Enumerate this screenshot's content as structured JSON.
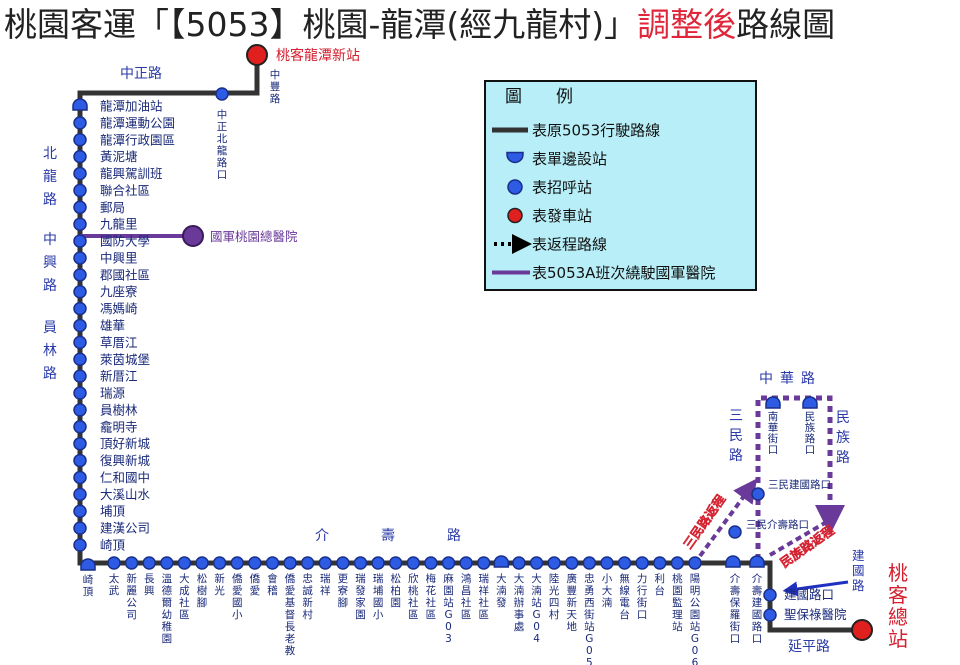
{
  "title": {
    "prefix": "桃園客運「【5053】桃園-龍潭(經九龍村)」",
    "highlight": "調整後",
    "suffix": "路線圖"
  },
  "colors": {
    "route": "#333333",
    "stop_fill": "#2d5be3",
    "stop_stroke": "#1a2f8a",
    "terminal": "#e01f1f",
    "detour": "#6a3a9a",
    "return": "#6a3a9a",
    "legend_bg": "#b7eef7",
    "text": "#1a2a7a",
    "red_text": "#d4202f"
  },
  "terminals": {
    "start": "桃客龍潭新站",
    "end": "桃客總站"
  },
  "roads": {
    "zhongzheng": "中正路",
    "west": [
      "北",
      "龍",
      "路",
      "中",
      "興",
      "路",
      "員",
      "林",
      "路"
    ],
    "jieshou": [
      "介",
      "壽",
      "路"
    ],
    "zhonghua": [
      "中",
      "華",
      "路"
    ],
    "sanmin": [
      "三",
      "民",
      "路"
    ],
    "minzu": [
      "民",
      "族",
      "路"
    ],
    "jianguo": "建國路",
    "yanping": "延平路"
  },
  "top_stops": [
    {
      "name": "中豐路"
    },
    {
      "name": "中正北龍路口"
    }
  ],
  "west_stops": [
    {
      "name": "龍潭加油站",
      "kind": "shelter"
    },
    {
      "name": "龍潭運動公園"
    },
    {
      "name": "龍潭行政園區"
    },
    {
      "name": "黃泥塘"
    },
    {
      "name": "龍興駕訓班"
    },
    {
      "name": "聯合社區"
    },
    {
      "name": "郵局"
    },
    {
      "name": "九龍里"
    },
    {
      "name": "國防大學"
    },
    {
      "name": "中興里"
    },
    {
      "name": "郡國社區"
    },
    {
      "name": "九座寮"
    },
    {
      "name": "馮媽崎"
    },
    {
      "name": "雄華"
    },
    {
      "name": "草厝江"
    },
    {
      "name": "萊茵城堡"
    },
    {
      "name": "新厝江"
    },
    {
      "name": "瑞源"
    },
    {
      "name": "員樹林"
    },
    {
      "name": "龕明寺"
    },
    {
      "name": "頂好新城"
    },
    {
      "name": "復興新城"
    },
    {
      "name": "仁和國中"
    },
    {
      "name": "大溪山水"
    },
    {
      "name": "埔頂"
    },
    {
      "name": "建漢公司"
    },
    {
      "name": "崎頂"
    }
  ],
  "hospital": "國軍桃園總醫院",
  "corner_stop": "崎頂",
  "bottom_stops": [
    {
      "name": "太武"
    },
    {
      "name": "新麗公司"
    },
    {
      "name": "長興"
    },
    {
      "name": "溫德爾幼稚園"
    },
    {
      "name": "大成社區"
    },
    {
      "name": "松樹腳"
    },
    {
      "name": "新光"
    },
    {
      "name": "僑愛國小"
    },
    {
      "name": "僑愛"
    },
    {
      "name": "會稽"
    },
    {
      "name": "僑愛基督長老教"
    },
    {
      "name": "忠誠新村"
    },
    {
      "name": "瑞祥"
    },
    {
      "name": "更寮腳"
    },
    {
      "name": "瑞發家園"
    },
    {
      "name": "瑞埔國小"
    },
    {
      "name": "松柏園"
    },
    {
      "name": "欣桃社區"
    },
    {
      "name": "梅花社區"
    },
    {
      "name": "麻園站G03"
    },
    {
      "name": "鴻昌社區"
    },
    {
      "name": "瑞祥社區"
    },
    {
      "name": "大湳發",
      "kind": "shelter"
    },
    {
      "name": "大湳辦事處"
    },
    {
      "name": "大湳站G04"
    },
    {
      "name": "陸光四村"
    },
    {
      "name": "廣豐新天地"
    },
    {
      "name": "忠勇西街站G05"
    },
    {
      "name": "小大湳"
    },
    {
      "name": "無線電台"
    },
    {
      "name": "力行街口"
    },
    {
      "name": "利台"
    },
    {
      "name": "桃園監理站"
    },
    {
      "name": "陽明公園站G06"
    }
  ],
  "east_stops": [
    {
      "name": "介壽保羅街口",
      "kind": "shelter"
    },
    {
      "name": "介壽建國路口",
      "kind": "shelter"
    },
    {
      "name": "建國路口"
    },
    {
      "name": "聖保祿醫院"
    }
  ],
  "loop_stops": [
    {
      "name": "南華街口",
      "kind": "shelter"
    },
    {
      "name": "民族路口",
      "kind": "shelter"
    },
    {
      "name": "三民建國路口"
    },
    {
      "name": "三民介壽路口"
    }
  ],
  "return_labels": {
    "sanmin": "三民路返程",
    "minzu": "民族路返程"
  },
  "legend": {
    "title": "圖　　例",
    "items": [
      {
        "icon": "route-line",
        "label": "表原5053行駛路線"
      },
      {
        "icon": "shelter",
        "label": "表單邊設站"
      },
      {
        "icon": "stop",
        "label": "表招呼站"
      },
      {
        "icon": "terminal",
        "label": "表發車站"
      },
      {
        "icon": "return-arrow",
        "label": "表返程路線"
      },
      {
        "icon": "detour-line",
        "label": "表5053A班次繞駛國軍醫院"
      }
    ]
  }
}
